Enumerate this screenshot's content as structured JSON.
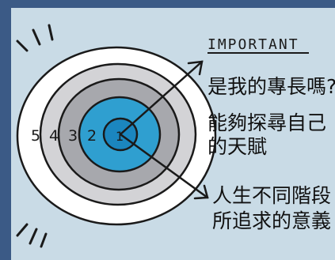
{
  "heading": "IMPORTANT",
  "rings": [
    "5",
    "4",
    "3",
    "2",
    "1"
  ],
  "annotations": {
    "question": "是我的專長嗎?",
    "talent_line1": "能夠探尋自己",
    "talent_line2": "的天賦",
    "meaning_line1": "人生不同階段",
    "meaning_line2": "所追求的意義"
  },
  "colors": {
    "background": "#3b5a86",
    "panel": "#c9dbe6",
    "ring5": "#ffffff",
    "ring4": "#d3d3d6",
    "ring3": "#a7a8ad",
    "ring2": "#2f9fd0",
    "ring1": "#1b86bf"
  }
}
